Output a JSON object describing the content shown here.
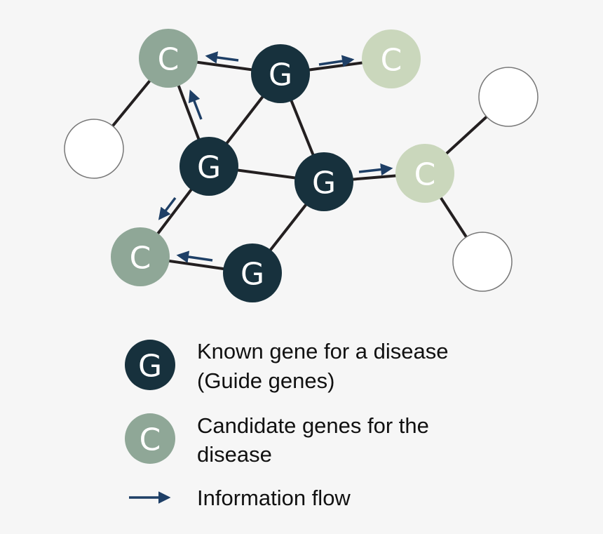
{
  "colors": {
    "background": "#f6f6f6",
    "edge": "#231f20",
    "guide_gene": "#17313d",
    "candidate_dark": "#8fa797",
    "candidate_light": "#cad7bc",
    "empty_node_fill": "#ffffff",
    "empty_node_stroke": "#777777",
    "arrow": "#1e3f66"
  },
  "nodes": {
    "g1": "G",
    "g2": "G",
    "g3": "G",
    "g4": "G",
    "c1": "C",
    "c2": "C",
    "c3": "C",
    "c4": "C"
  },
  "legend": {
    "guide_symbol": "G",
    "guide_line1": "Known gene for a disease",
    "guide_line2": "(Guide genes)",
    "candidate_symbol": "C",
    "candidate_line1": "Candidate genes for the",
    "candidate_line2": "disease",
    "flow_label": "Information flow"
  }
}
